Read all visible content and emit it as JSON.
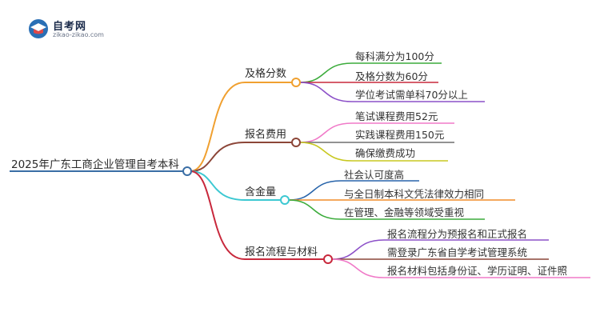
{
  "logo": {
    "title": "自考网",
    "subtitle": "zikao-zikao.com"
  },
  "root": {
    "label": "2025年广东工商企业管理自考本科",
    "color": "#3a6ea5"
  },
  "branches": [
    {
      "label": "及格分数",
      "color": "#f0a030",
      "children": [
        {
          "label": "每科满分为100分",
          "color": "#3cac3c"
        },
        {
          "label": "及格分数为60分",
          "color": "#c8283c"
        },
        {
          "label": "学位考试需单科70分以上",
          "color": "#8c50c8"
        }
      ]
    },
    {
      "label": "报名费用",
      "color": "#8c4638",
      "children": [
        {
          "label": "笔试课程费用52元",
          "color": "#f07ac8"
        },
        {
          "label": "实践课程费用150元",
          "color": "#6e6e6e"
        },
        {
          "label": "确保缴费成功",
          "color": "#c8c820"
        }
      ]
    },
    {
      "label": "含金量",
      "color": "#3cc8d2",
      "children": [
        {
          "label": "社会认可度高",
          "color": "#2864aa"
        },
        {
          "label": "与全日制本科文凭法律效力相同",
          "color": "#f08c28"
        },
        {
          "label": "在管理、金融等领域受重视",
          "color": "#3cac3c"
        }
      ]
    },
    {
      "label": "报名流程与材料",
      "color": "#c8283c",
      "children": [
        {
          "label": "报名流程分为预报名和正式报名",
          "color": "#8c50c8"
        },
        {
          "label": "需登录广东省自学考试管理系统",
          "color": "#8c4638"
        },
        {
          "label": "报名材料包括身份证、学历证明、证件照",
          "color": "#f07ac8"
        }
      ]
    }
  ]
}
